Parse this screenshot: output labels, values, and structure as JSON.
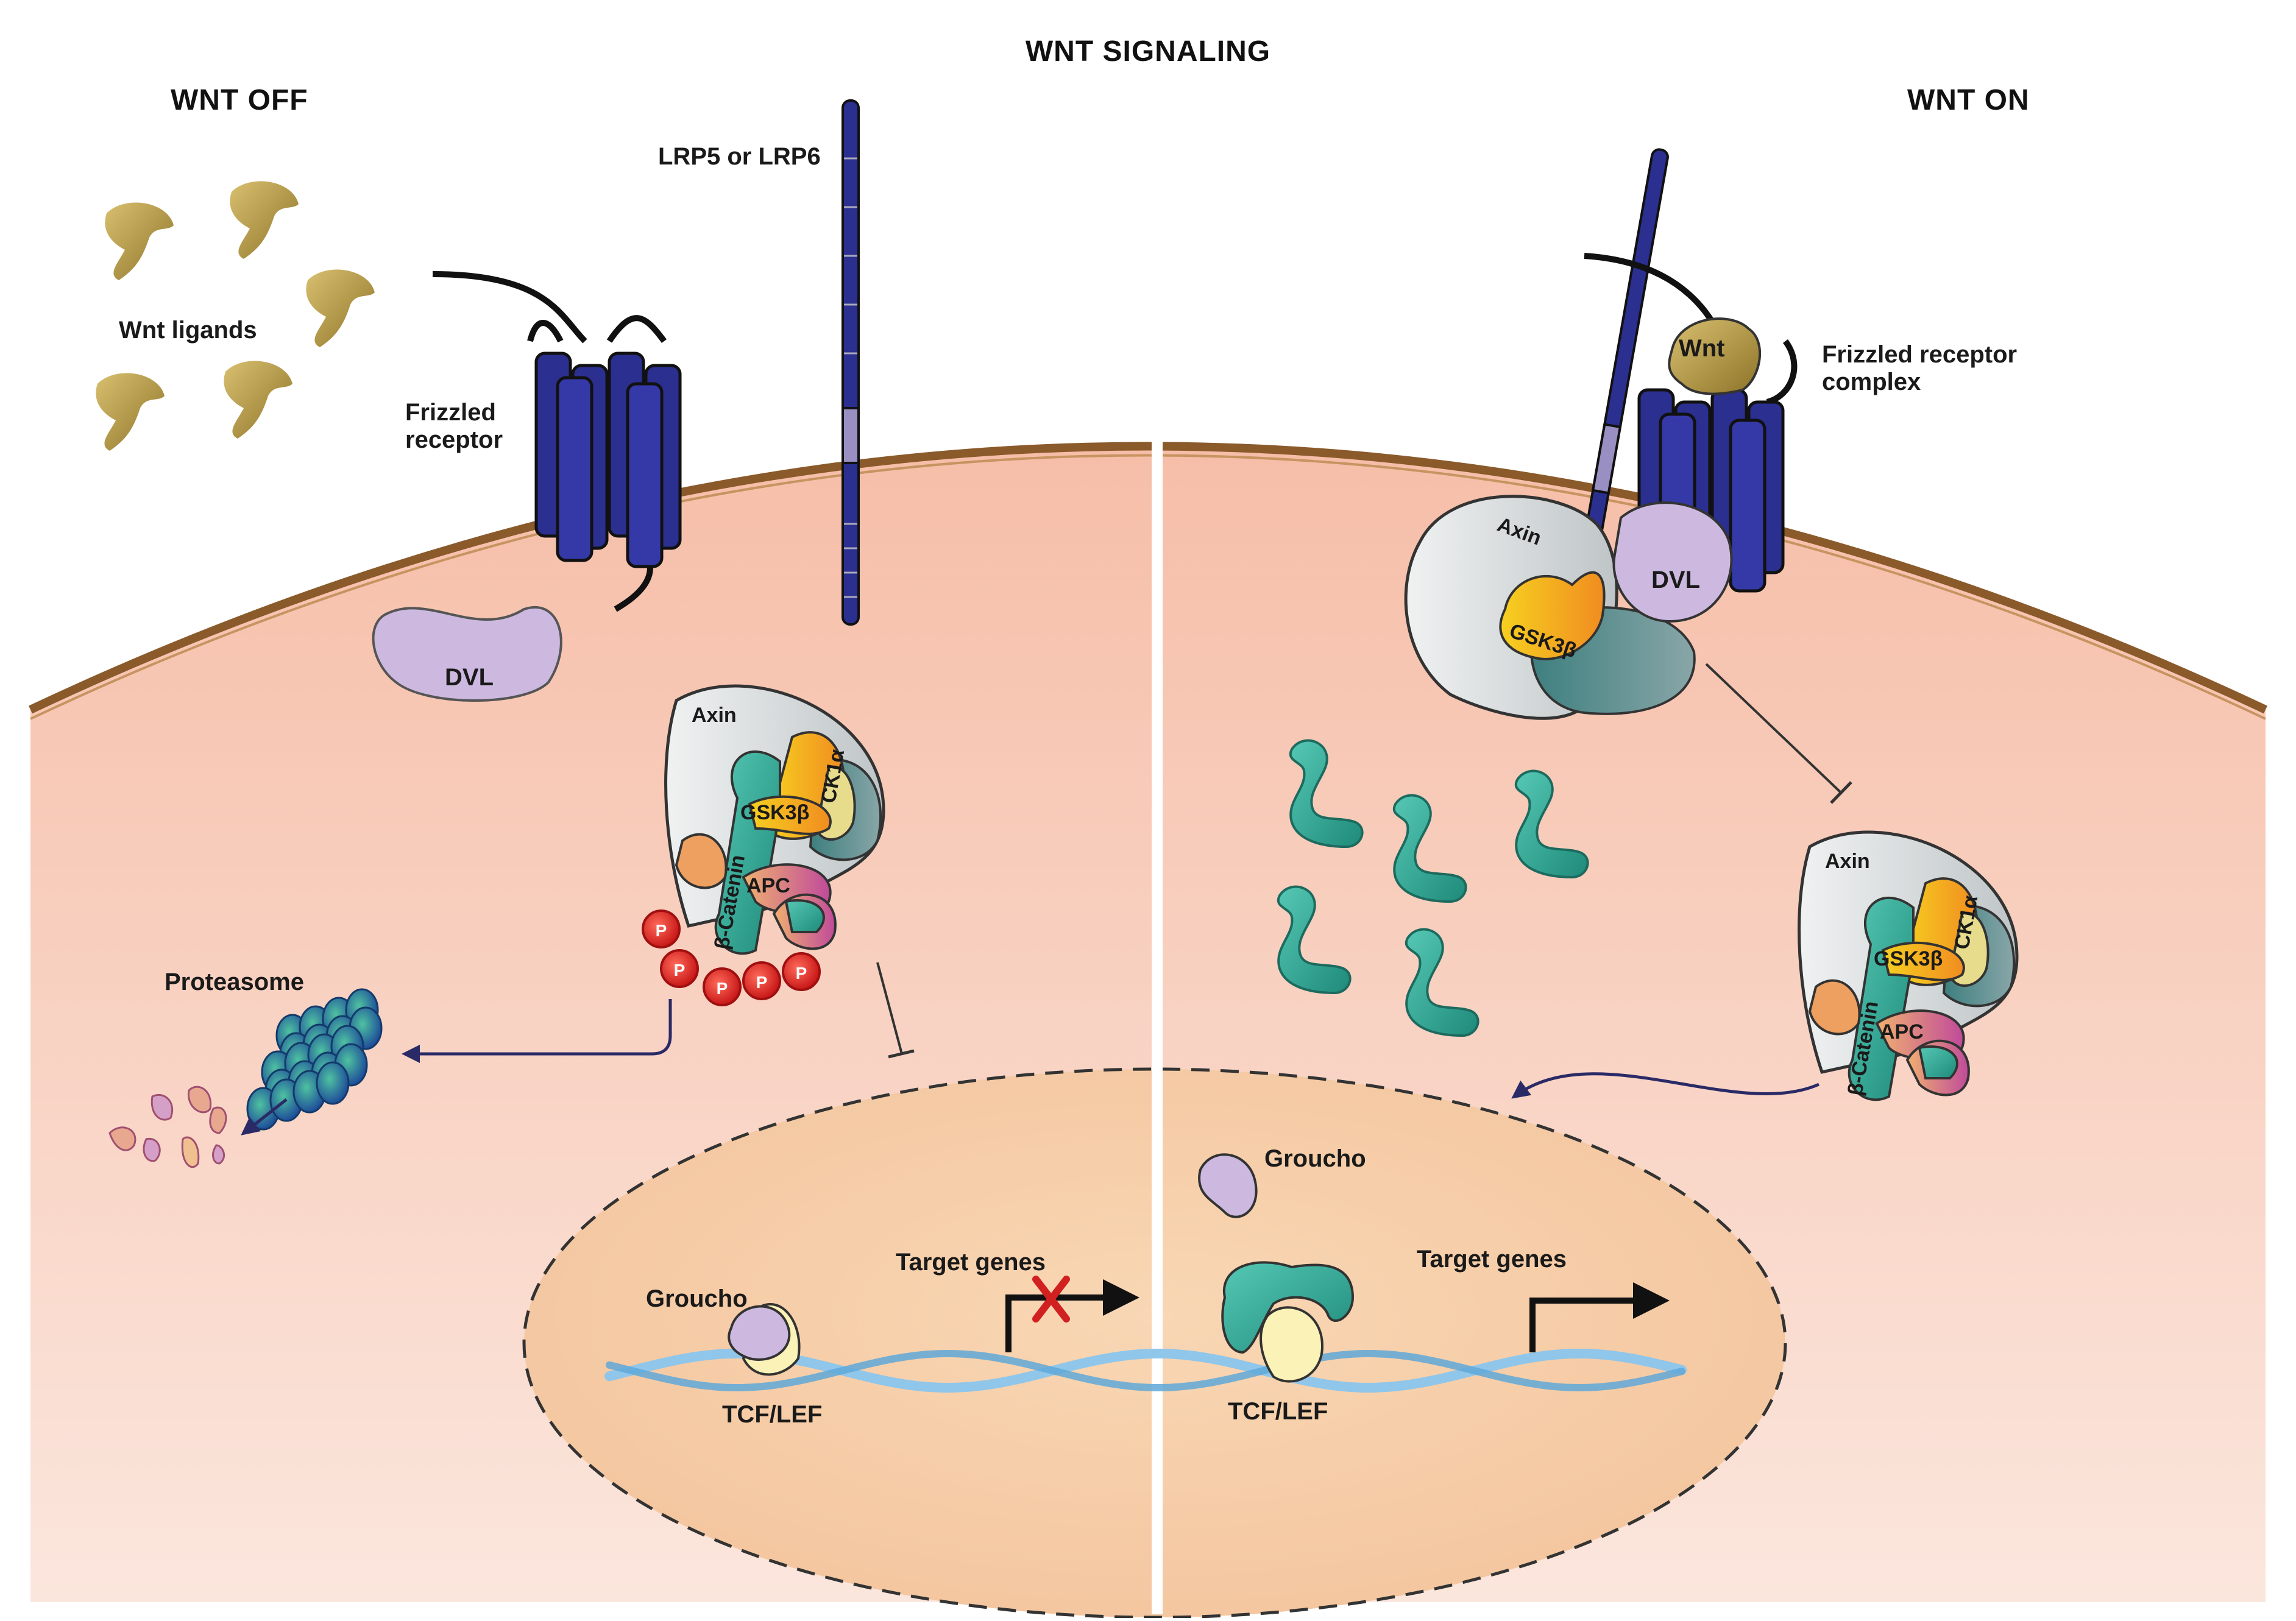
{
  "diagram": {
    "title": "WNT SIGNALING",
    "panels": {
      "off": {
        "heading": "WNT OFF",
        "wnt_ligands_label": "Wnt ligands",
        "frizzled_label_line1": "Frizzled",
        "frizzled_label_line2": "receptor",
        "lrp_label": "LRP5 or LRP6",
        "dvl_label": "DVL",
        "axin_label": "Axin",
        "gsk3b_label": "GSK3β",
        "ck1a_label": "CK1α",
        "apc_label": "APC",
        "bcatenin_label": "β-Catenin",
        "phospho_label": "P",
        "proteasome_label": "Proteasome",
        "groucho_label": "Groucho",
        "tcf_label": "TCF/LEF",
        "target_genes_label": "Target genes"
      },
      "on": {
        "heading": "WNT ON",
        "wnt_label": "Wnt",
        "frizzled_complex_line1": "Frizzled receptor",
        "frizzled_complex_line2": "complex",
        "axin_label": "Axin",
        "gsk3b_label": "GSK3β",
        "dvl_label": "DVL",
        "destruction_axin_label": "Axin",
        "destruction_gsk3b_label": "GSK3β",
        "destruction_ck1a_label": "CK1α",
        "destruction_apc_label": "APC",
        "destruction_bcatenin_label": "β-Catenin",
        "groucho_label": "Groucho",
        "tcf_label": "TCF/LEF",
        "target_genes_label": "Target genes"
      }
    },
    "colors": {
      "cytoplasm_top": "#f7c3ae",
      "cytoplasm_bottom": "#fbe4da",
      "membrane": "#8a5a2b",
      "nucleus": "#f6cfaa",
      "receptor": "#2b2f8f",
      "lrp_accent": "#9a8fc2",
      "ligand": "#b79a3e",
      "dvl": "#cdb9e0",
      "axin": "#dfe2e3",
      "gsk3b": "#f5b820",
      "ck1a": "#e7dc8c",
      "apc": "#e8a070",
      "bcatenin": "#2fa894",
      "phospho": "#e02a2a",
      "proteasome": "#2a6fa8",
      "dna": "#8fc6ea",
      "arrow": "#2a2a66",
      "blocked": "#d02020"
    }
  }
}
